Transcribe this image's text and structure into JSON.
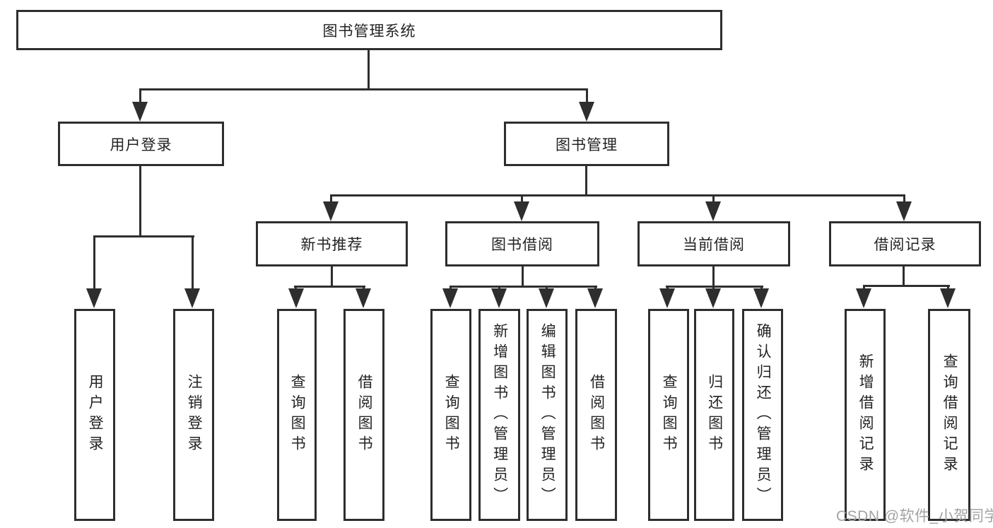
{
  "colors": {
    "line": "#2e2e2e",
    "text": "#232323",
    "watermark": "#a3a3a3",
    "bg": "#ffffff"
  },
  "diagram": {
    "root": "图书管理系统",
    "level2": {
      "user_login": "用户登录",
      "book_mgmt": "图书管理"
    },
    "level3": {
      "new_books": "新书推荐",
      "book_borrow": "图书借阅",
      "current_borrow": "当前借阅",
      "borrow_records": "借阅记录"
    },
    "leaves": {
      "user_login": "用户登录",
      "logout": "注销登录",
      "nb_query": "查询图书",
      "nb_borrow": "借阅图书",
      "bb_query": "查询图书",
      "bb_add": "新增图书（管理员）",
      "bb_edit": "编辑图书（管理员）",
      "bb_borrow": "借阅图书",
      "cb_query": "查询图书",
      "cb_return": "归还图书",
      "cb_confirm": "确认归还（管理员）",
      "br_add": "新增借阅记录",
      "br_query": "查询借阅记录"
    },
    "watermark": "CSDN @软件_小贺同学"
  }
}
